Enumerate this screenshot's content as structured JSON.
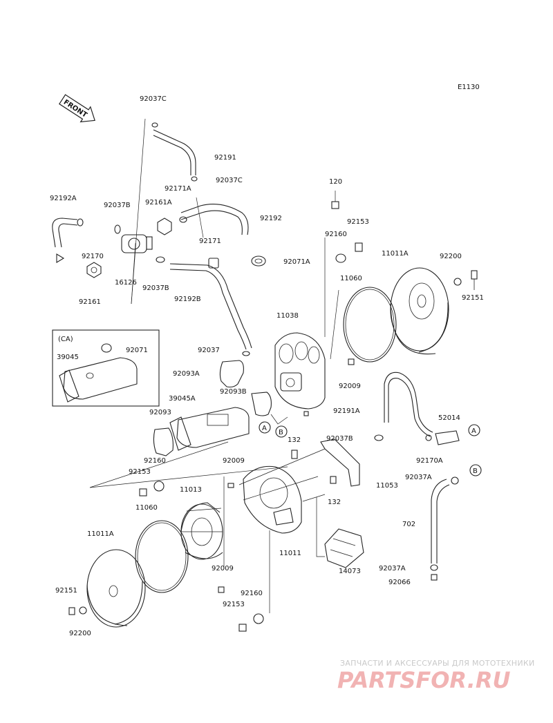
{
  "diagram_code": "E1130",
  "front_label": "FRONT",
  "ca_label": "(CA)",
  "callouts": {
    "a": "A",
    "b": "B"
  },
  "watermark": {
    "top_text": "ЗАПЧАСТИ И АКСЕССУАРЫ ДЛЯ МОТОТЕХНИКИ",
    "brand": "PARTSFOR.RU"
  },
  "labels": {
    "p92037c_top": "92037C",
    "p92191": "92191",
    "p92037c_mid": "92037C",
    "p92171a": "92171A",
    "p92161a": "92161A",
    "p92192": "92192",
    "p92192a": "92192A",
    "p92037b_left": "92037B",
    "p92170": "92170",
    "p92161": "92161",
    "p16126": "16126",
    "p92037b_mid": "92037B",
    "p92171": "92171",
    "p92192b": "92192B",
    "p92071a": "92071A",
    "p120": "120",
    "p92153_top": "92153",
    "p92160_top": "92160",
    "p11011a_top": "11011A",
    "p92200_top": "92200",
    "p92151_top": "92151",
    "p11060_top": "11060",
    "p11038": "11038",
    "p92037": "92037",
    "p92093a": "92093A",
    "p92009_right": "92009",
    "p92093b": "92093B",
    "p39045a": "39045A",
    "p92191a": "92191A",
    "p52014": "52014",
    "p92093": "92093",
    "p132_top": "132",
    "p92037b_right": "92037B",
    "p92170a": "92170A",
    "p92160_mid": "92160",
    "p92009_mid": "92009",
    "p92153_mid": "92153",
    "p11013": "11013",
    "p92037a_top": "92037A",
    "p11053": "11053",
    "p132_mid": "132",
    "p11060_bot": "11060",
    "p702": "702",
    "p11011a_bot": "11011A",
    "p11011": "11011",
    "p14073": "14073",
    "p92037a_bot": "92037A",
    "p92066": "92066",
    "p92009_bot": "92009",
    "p92151_bot": "92151",
    "p92160_bot": "92160",
    "p92153_bot": "92153",
    "p92200_bot": "92200",
    "p39045": "39045",
    "p92071": "92071"
  }
}
